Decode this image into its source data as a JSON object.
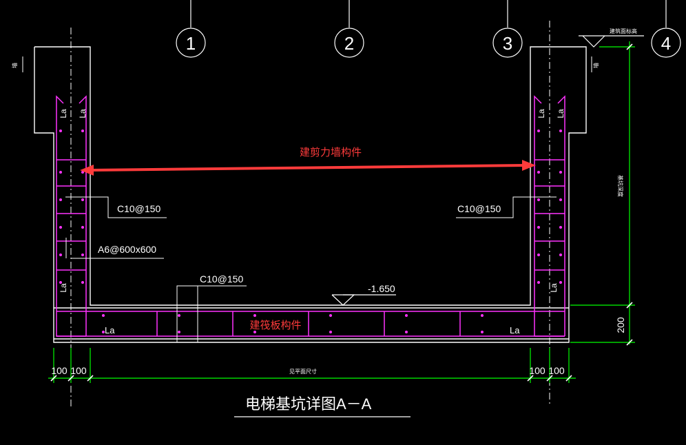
{
  "axes": [
    "1",
    "2",
    "3",
    "4"
  ],
  "annotations": {
    "shear_wall": "建剪力墙构件",
    "raft": "建筏板构件"
  },
  "rebar_labels": {
    "left_wall": "C10@150",
    "right_wall": "C10@150",
    "tie": "A6@600x600",
    "slab": "C10@150"
  },
  "elevation": "-1.650",
  "la": "La",
  "dims": {
    "left_a": "100",
    "left_b": "100",
    "right_a": "100",
    "right_b": "100",
    "slab_thickness": "200"
  },
  "title": "电梯基坑详图A－A",
  "small_labels": {
    "top_right_note": "建筑面标高",
    "bottom_center_note": "见平面尺寸",
    "right_vertical_note": "基坑深度",
    "left_side_note": "墙",
    "right_side_note": "墙"
  },
  "colors": {
    "background": "#000000",
    "line": "#ffffff",
    "magenta": "#ff33ff",
    "green": "#00ff00",
    "red": "#ff3b3b"
  }
}
